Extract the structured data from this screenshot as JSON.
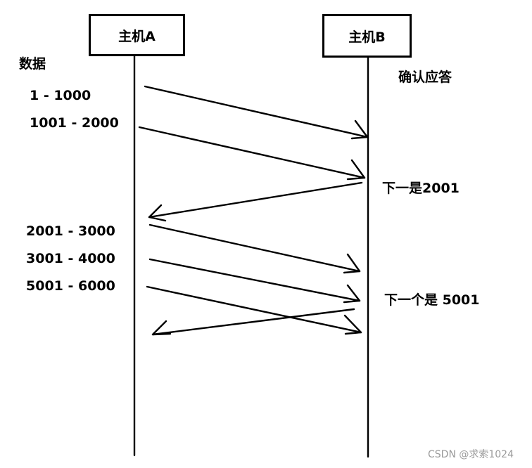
{
  "host_a": {
    "label": "主机A"
  },
  "host_b": {
    "label": "主机B"
  },
  "data_header": "数据",
  "ack_header": "确认应答",
  "data_labels": [
    "1 - 1000",
    "1001 - 2000",
    "2001 - 3000",
    "3001 - 4000",
    "5001 - 6000"
  ],
  "ack_labels": [
    "下一是2001",
    "下一个是 5001"
  ],
  "watermark": "CSDN @求索1024"
}
